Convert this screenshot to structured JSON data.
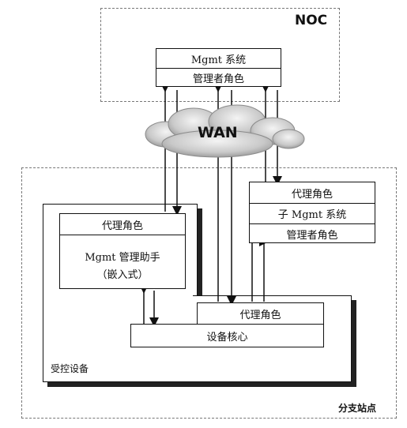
{
  "noc": {
    "label": "NOC"
  },
  "mgmt_system_box": {
    "title": "Mgmt 系统",
    "role": "管理者角色"
  },
  "wan": {
    "label": "WAN"
  },
  "branch_site": {
    "label": "分支站点"
  },
  "sub_mgmt_box": {
    "proxy": "代理角色",
    "title": "子 Mgmt 系统",
    "role": "管理者角色"
  },
  "managed_device": {
    "label": "受控设备"
  },
  "helper_box": {
    "proxy": "代理角色",
    "title": "Mgmt 管理助手",
    "subtitle": "（嵌入式）"
  },
  "core_box": {
    "proxy": "代理角色",
    "title": "设备核心"
  }
}
